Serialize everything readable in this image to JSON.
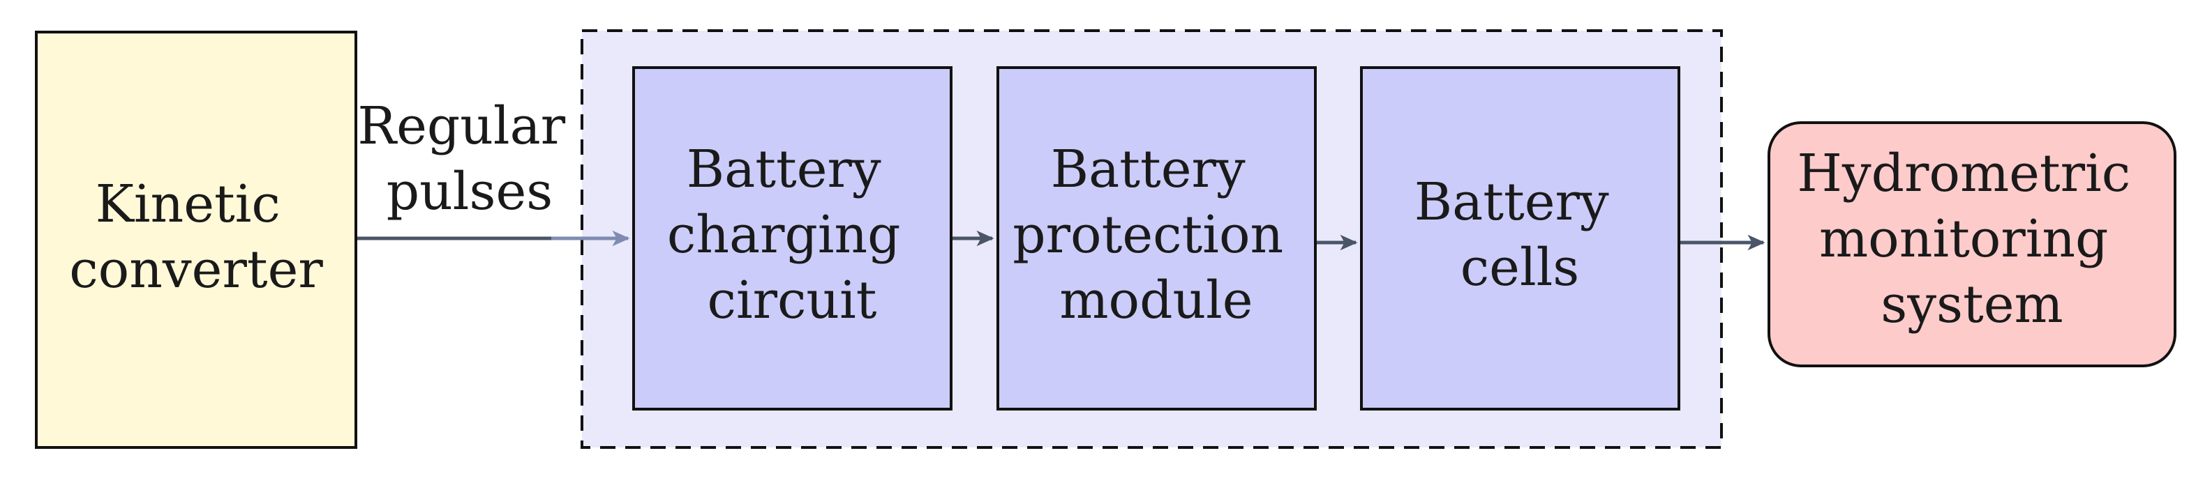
{
  "diagram": {
    "nodes": {
      "kinetic_converter": {
        "lines": [
          "Kinetic",
          "converter"
        ],
        "fill": "#fff9d8"
      },
      "charging_circuit": {
        "lines": [
          "Battery",
          "charging",
          "circuit"
        ],
        "fill": "#ccccfa"
      },
      "protection_module": {
        "lines": [
          "Battery",
          "protection",
          "module"
        ],
        "fill": "#ccccfa"
      },
      "battery_cells": {
        "lines": [
          "Battery",
          "cells"
        ],
        "fill": "#ccccfa"
      },
      "monitoring_system": {
        "lines": [
          "Hydrometric",
          "monitoring",
          "system"
        ],
        "fill": "#fecbcb"
      }
    },
    "group": {
      "fill": "#e9e9fb",
      "style": "dashed"
    },
    "edge_label": {
      "lines": [
        "Regular",
        "pulses"
      ]
    },
    "colors": {
      "stroke": "#111111",
      "arrow": "#4a5568",
      "arrow_light": "#7f8bb0"
    }
  }
}
